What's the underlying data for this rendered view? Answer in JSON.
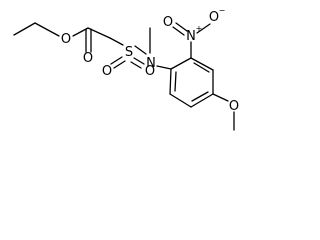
{
  "molecule": {
    "background_color": "#ffffff",
    "bond_color": "#000000",
    "label_color": "#000000",
    "atoms": {
      "ester_ether_o": "O",
      "ester_carbonyl_o": "O",
      "sulfonyl_s": "S",
      "sulfonyl_o_left": "O",
      "sulfonyl_o_right": "O",
      "sulfonamide_n": "N",
      "nitro_n": "N",
      "nitro_n_charge": "+",
      "nitro_o_top": "O",
      "nitro_o_left": "O",
      "nitro_o_charge": "−",
      "methoxy_o": "O"
    }
  }
}
